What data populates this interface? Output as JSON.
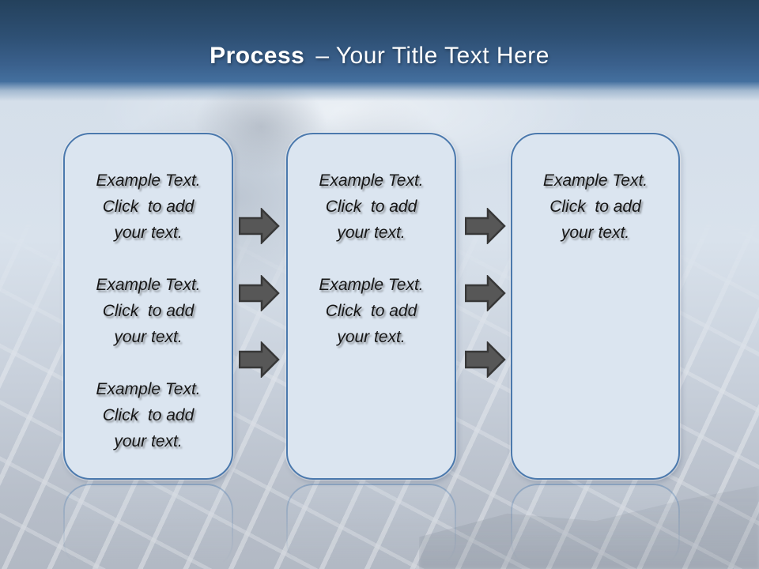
{
  "slide": {
    "header": {
      "title_bold": "Process",
      "title_rest": "– Your Title Text Here"
    },
    "boxes": [
      {
        "name": "step-1",
        "paragraphs": [
          "Example Text.\nClick  to add\nyour text.",
          "Example Text.\nClick  to add\nyour text.",
          "Example Text.\nClick  to add\nyour text."
        ]
      },
      {
        "name": "step-2",
        "paragraphs": [
          "Example Text.\nClick  to add\nyour text.",
          "Example Text.\nClick  to add\nyour text."
        ]
      },
      {
        "name": "step-3",
        "paragraphs": [
          "Example Text.\nClick  to add\nyour text."
        ]
      }
    ],
    "arrows": {
      "direction": "right",
      "between_step1_step2_count": 3,
      "between_step2_step3_count": 3
    },
    "colors": {
      "header_gradient_top": "#24415c",
      "header_gradient_bottom": "#44709f",
      "title_text": "#ffffff",
      "box_fill": "#dbe5f0",
      "box_border": "#4b79ad",
      "arrow_fill": "#575757",
      "arrow_outline": "#383838",
      "body_text": "#161616",
      "background_light": "#d5dfe9"
    }
  }
}
